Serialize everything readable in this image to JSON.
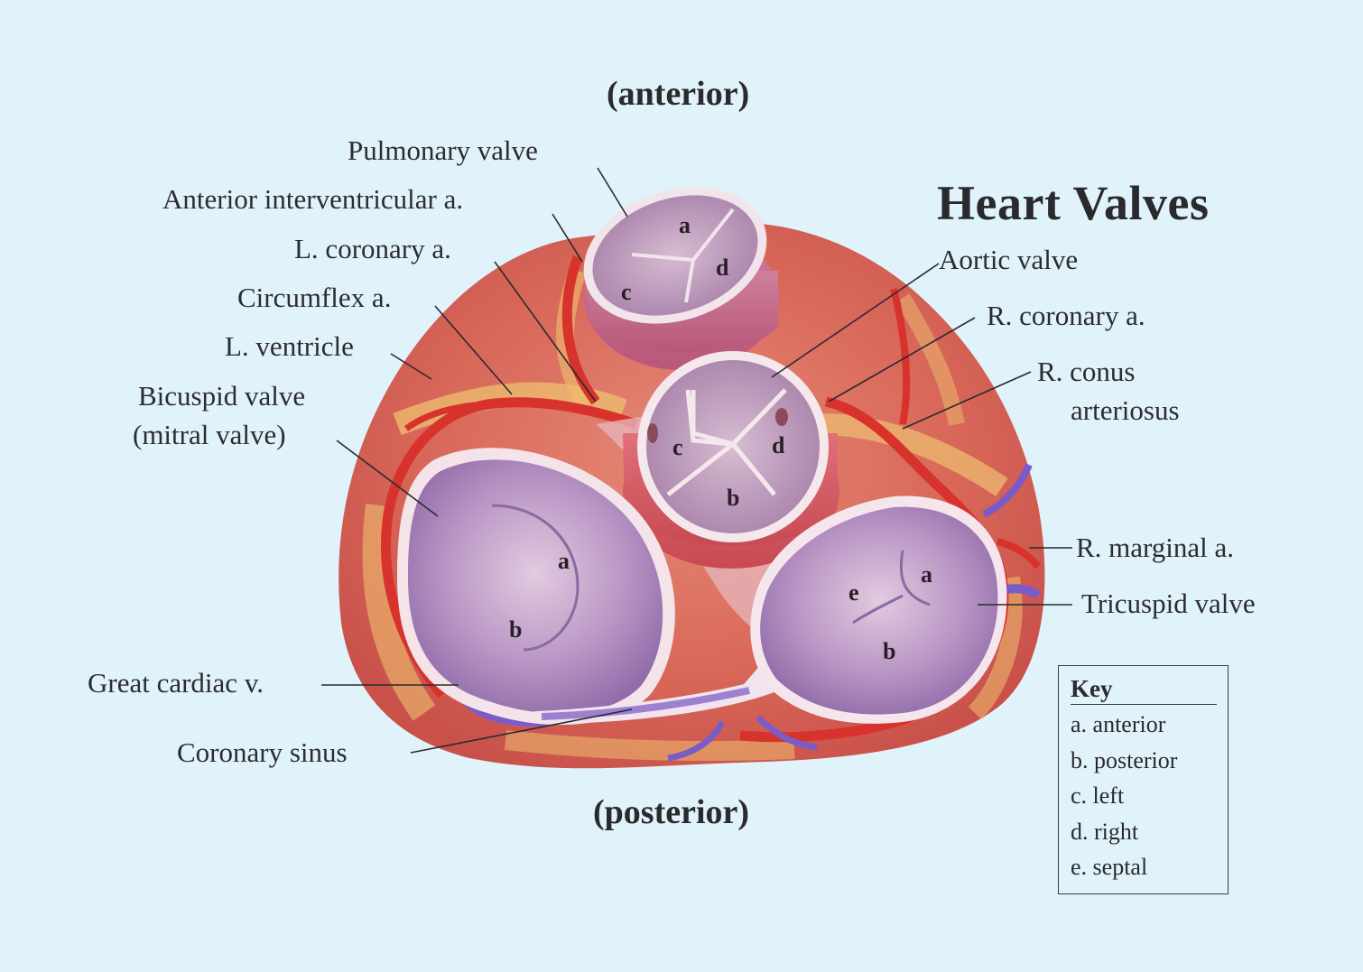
{
  "title": "Heart Valves",
  "orientation": {
    "top": "(anterior)",
    "bottom": "(posterior)"
  },
  "labels_left": [
    {
      "id": "pulmonary-valve",
      "text": "Pulmonary valve"
    },
    {
      "id": "anterior-interventricular-artery",
      "text": "Anterior interventricular a."
    },
    {
      "id": "left-coronary-artery",
      "text": "L. coronary a."
    },
    {
      "id": "circumflex-artery",
      "text": "Circumflex a."
    },
    {
      "id": "left-ventricle",
      "text": "L. ventricle"
    },
    {
      "id": "bicuspid-valve",
      "text": "Bicuspid valve"
    },
    {
      "id": "mitral-valve",
      "text": "(mitral valve)"
    },
    {
      "id": "great-cardiac-vein",
      "text": "Great cardiac v."
    },
    {
      "id": "coronary-sinus",
      "text": "Coronary sinus"
    }
  ],
  "labels_right": [
    {
      "id": "aortic-valve",
      "text": "Aortic valve"
    },
    {
      "id": "right-coronary-artery",
      "text": "R. coronary a."
    },
    {
      "id": "right-conus-arteriosus-1",
      "text": "R. conus"
    },
    {
      "id": "right-conus-arteriosus-2",
      "text": "arteriosus"
    },
    {
      "id": "right-marginal-artery",
      "text": "R. marginal a."
    },
    {
      "id": "tricuspid-valve",
      "text": "Tricuspid valve"
    }
  ],
  "cusp_letters": {
    "pulmonary": [
      "a",
      "c",
      "d"
    ],
    "aortic": [
      "c",
      "d",
      "b"
    ],
    "mitral": [
      "a",
      "b"
    ],
    "tricuspid": [
      "e",
      "a",
      "b"
    ]
  },
  "key": {
    "title": "Key",
    "items": [
      "a. anterior",
      "b. posterior",
      "c. left",
      "d. right",
      "e. septal"
    ]
  },
  "colors": {
    "background": "#e0f3fb",
    "muscle": "#d8665a",
    "fat": "#eab85a",
    "artery": "#d8322c",
    "vein": "#7a5cc8",
    "valve_interior": "#b78fc0",
    "valve_rim": "#f3e6ea"
  }
}
